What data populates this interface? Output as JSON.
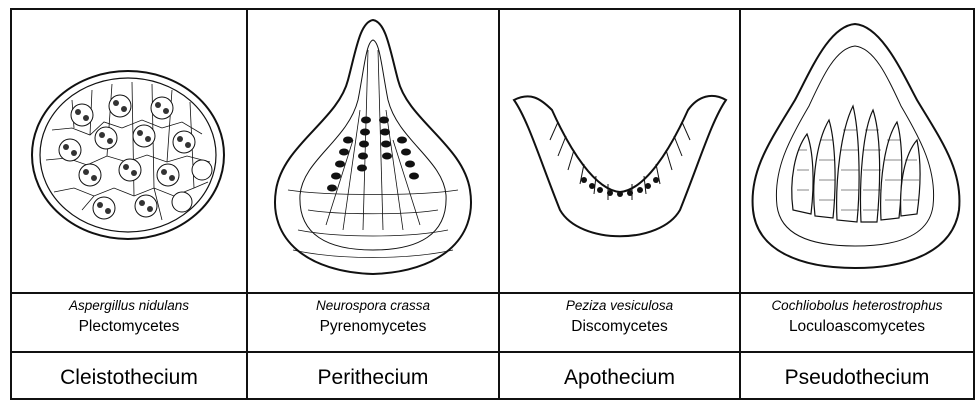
{
  "columns": [
    {
      "species": "Aspergillus nidulans",
      "group": "Plectomycetes",
      "structure": "Cleistothecium"
    },
    {
      "species": "Neurospora crassa",
      "group": "Pyrenomycetes",
      "structure": "Perithecium"
    },
    {
      "species": "Peziza vesiculosa",
      "group": "Discomycetes",
      "structure": "Apothecium"
    },
    {
      "species": "Cochliobolus heterostrophus",
      "group": "Loculoascomycetes",
      "structure": "Pseudothecium"
    }
  ],
  "colors": {
    "ink": "#111111",
    "background": "#ffffff"
  }
}
